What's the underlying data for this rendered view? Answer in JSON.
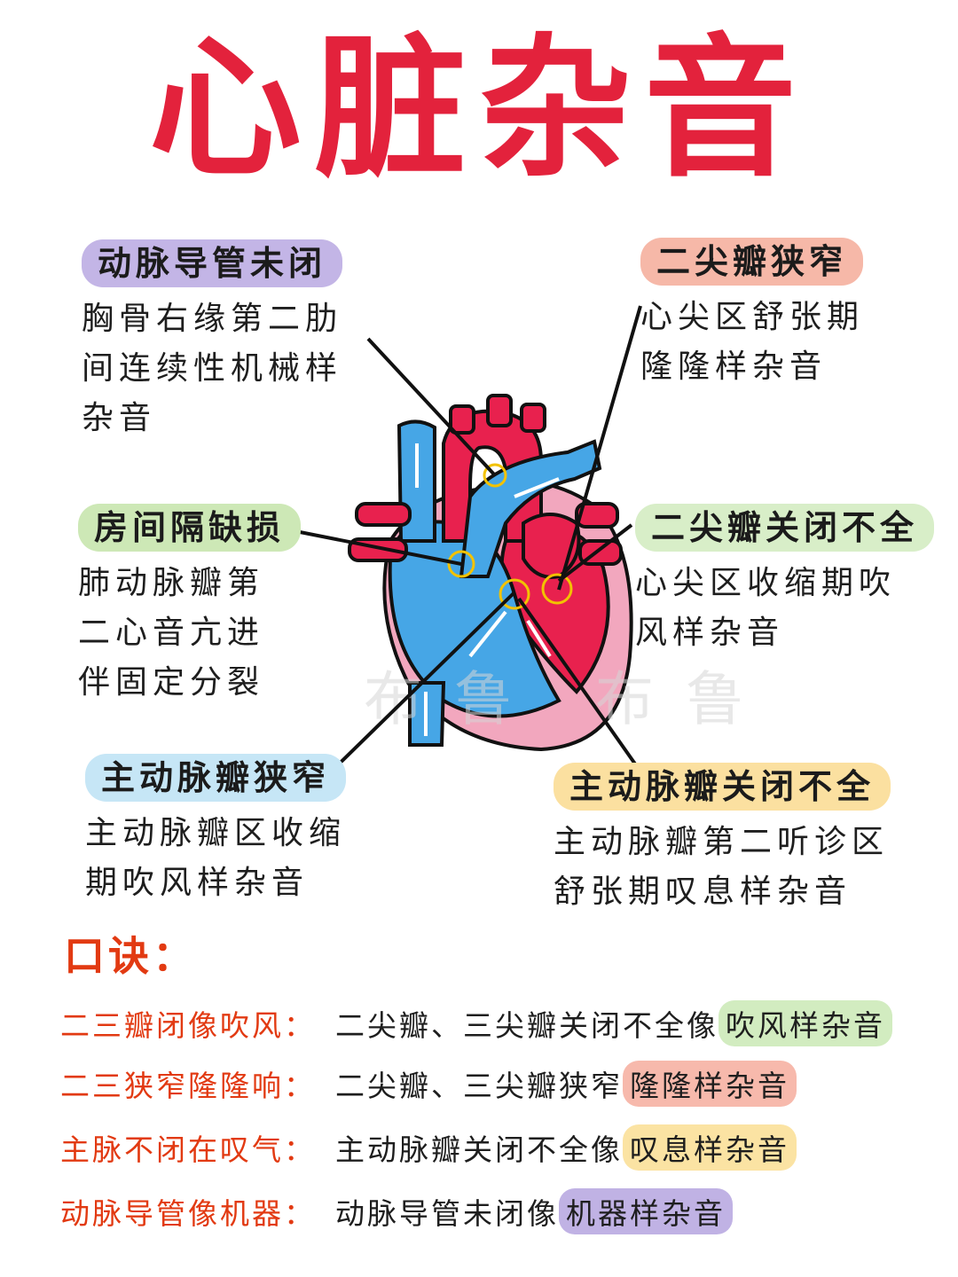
{
  "title": "心脏杂音",
  "watermark": "布鲁 布鲁",
  "callouts": [
    {
      "id": "pda",
      "label": "动脉导管未闭",
      "desc": "胸骨右缘第二肋\n间连续性机械样\n杂音",
      "color": "#c3b5e6"
    },
    {
      "id": "ms",
      "label": "二尖瓣狭窄",
      "desc": "心尖区舒张期\n隆隆样杂音",
      "color": "#f6b8a8"
    },
    {
      "id": "asd",
      "label": "房间隔缺损",
      "desc": "肺动脉瓣第\n二心音亢进\n伴固定分裂",
      "color": "#cde8b6"
    },
    {
      "id": "mr",
      "label": "二尖瓣关闭不全",
      "desc": "心尖区收缩期吹\n风样杂音",
      "color": "#d8eec8"
    },
    {
      "id": "as",
      "label": "主动脉瓣狭窄",
      "desc": "主动脉瓣区收缩\n期吹风样杂音",
      "color": "#c6e6f6"
    },
    {
      "id": "ar",
      "label": "主动脉瓣关闭不全",
      "desc": "主动脉瓣第二听诊区\n舒张期叹息样杂音",
      "color": "#fbe0a0"
    }
  ],
  "mnemonic": {
    "title": "口诀：",
    "rows": [
      {
        "key": "二三瓣闭像吹风：",
        "text": "二尖瓣、三尖瓣关闭不全像",
        "highlight": "吹风样杂音",
        "color": "#d2ecc0"
      },
      {
        "key": "二三狭窄隆隆响：",
        "text": "二尖瓣、三尖瓣狭窄",
        "highlight": "隆隆样杂音",
        "color": "#f7b9ac"
      },
      {
        "key": "主脉不闭在叹气：",
        "text": "主动脉瓣关闭不全像",
        "highlight": "叹息样杂音",
        "color": "#fbe3a3"
      },
      {
        "key": "动脉导管像机器：",
        "text": "动脉导管未闭像",
        "highlight": "机器样杂音",
        "color": "#c0b2e4"
      }
    ]
  },
  "colors": {
    "title": "#e3223c",
    "red": "#e8214e",
    "blue": "#46a6e6",
    "pink": "#f2a7be",
    "orange": "#e23a12"
  }
}
